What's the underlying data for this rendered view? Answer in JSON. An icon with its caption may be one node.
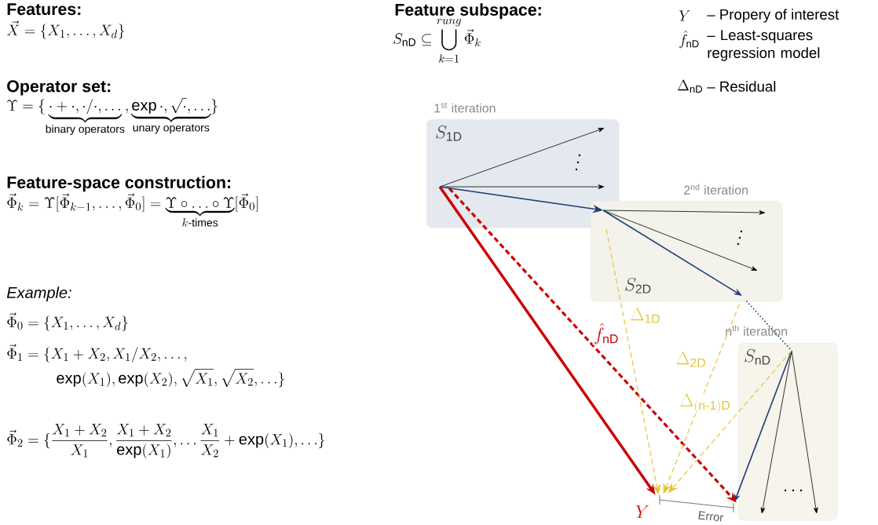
{
  "diagram": {
    "nodes": [
      {
        "text": [
          "S_{\\mathrm{1D}}"
        ],
        "beside": [
          "1$^{st}$ iteration"
        ]
      },
      {
        "text": [
          "S_{\\mathrm{2D}}"
        ],
        "beside": [
          "2$^{nd}$ iteration"
        ]
      },
      {
        "text": [
          "S_{\\mathrm{nD}}"
        ],
        "beside": [
          "n$^{th}$ iteration"
        ]
      },
      {
        "text": [
          "Y"
        ]
      }
    ],
    "edges": [
      {
        "from": 0,
        "to": 3,
        "arrow": "to",
        "style": "thick",
        "color": "#cc0000"
      },
      {
        "from": 0,
        "to": 2,
        "arrow": "to",
        "style": "dashed",
        "color": "#cc0000",
        "label": "\\hat{f}_{\\mathrm{nD}}"
      },
      {
        "from": 1,
        "to": 3,
        "arrow": "to",
        "style": "dashed",
        "color": "#e6c33c",
        "label": "\\Delta_{\\mathrm{1D}}"
      },
      {
        "from": 1,
        "to": 3,
        "arrow": "to",
        "style": "dashed",
        "color": "#e6c33c",
        "label": "\\Delta_{\\mathrm{2D}}"
      },
      {
        "from": 2,
        "to": 3,
        "arrow": "to",
        "style": "dashed",
        "color": "#e6c33c",
        "label": "\\Delta_{\\mathrm{(n\\text{-}1)D}}"
      },
      {
        "from": 0,
        "to": 1,
        "arrow": "to",
        "color": "#1f3f73"
      },
      {
        "from": 1,
        "to": 2,
        "arrow": "none",
        "style": "dashed",
        "color": "#1f3f73"
      }
    ],
    "labels": [
      "Features:",
      "\\vec{X} = \\{X_1, \\ldots, X_d\\}",
      "Operator set:",
      "\\Upsilon = \\{\\underbrace{\\cdot + \\cdot, \\cdot/\\cdot, \\ldots}_{\\text{binary operators}}, \\underbrace{\\exp\\cdot, \\sqrt{\\cdot}, \\ldots}_{\\text{unary operators}}\\}",
      "Feature-space construction:",
      "\\vec{\\Phi}_k = \\Upsilon[\\vec{\\Phi}_{k-1}, \\ldots, \\vec{\\Phi}_0] = \\underbrace{\\Upsilon \\circ \\ldots \\circ \\Upsilon}_{k\\text{-times}}[\\vec{\\Phi}_0]",
      "Example:",
      "\\vec{\\Phi}_0 = \\{X_1, \\ldots, X_d\\}",
      "\\begin{aligned}&\\vec{\\Phi}_1 = \\{X_1 + X_2, X_1/X_2, \\ldots,\\\\ &\\qquad\\quad \\exp(X_1), \\exp(X_2), \\sqrt{X_1}, \\sqrt{X_2}, \\ldots\\}\\end{aligned}",
      "\\vec{\\Phi}_2 = \\{\\frac{X_1 + X_2}{X_1}, \\frac{X_1 + X_2}{\\exp(X_1)}, \\ldots \\frac{X_1}{X_2} + \\exp(X_1), \\ldots\\}",
      "Feature subspace:",
      "S_{\\mathrm{nD}} \\subseteq \\bigcup_{k=1}^{rung} \\vec{\\Phi}_k",
      "Y",
      "– Propery of interest",
      "\\hat{f}_{\\mathrm{nD}}",
      "– Least-squares regression model",
      "\\Delta_{\\mathrm{nD}}",
      "– Residual",
      "Error"
    ]
  }
}
